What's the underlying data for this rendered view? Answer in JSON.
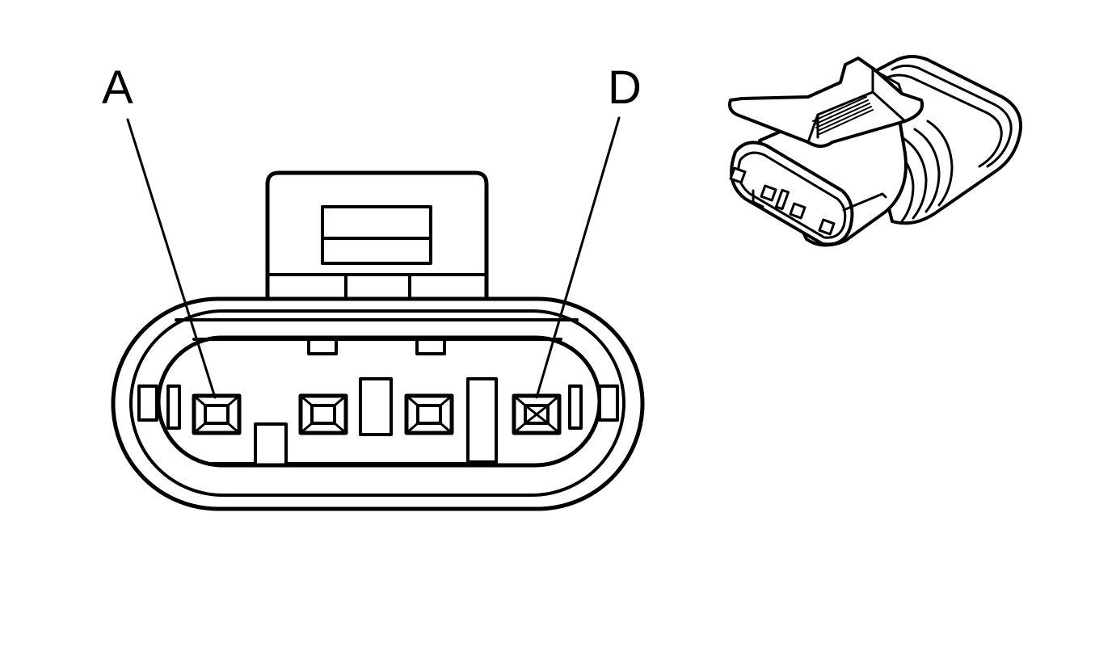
{
  "labels": {
    "pin_a": "A",
    "pin_d": "D"
  },
  "pins": [
    {
      "id": "A",
      "marked": false
    },
    {
      "id": "B",
      "marked": false
    },
    {
      "id": "C",
      "marked": false
    },
    {
      "id": "D",
      "marked": true
    }
  ],
  "colors": {
    "line": "#000000",
    "background": "#ffffff"
  }
}
